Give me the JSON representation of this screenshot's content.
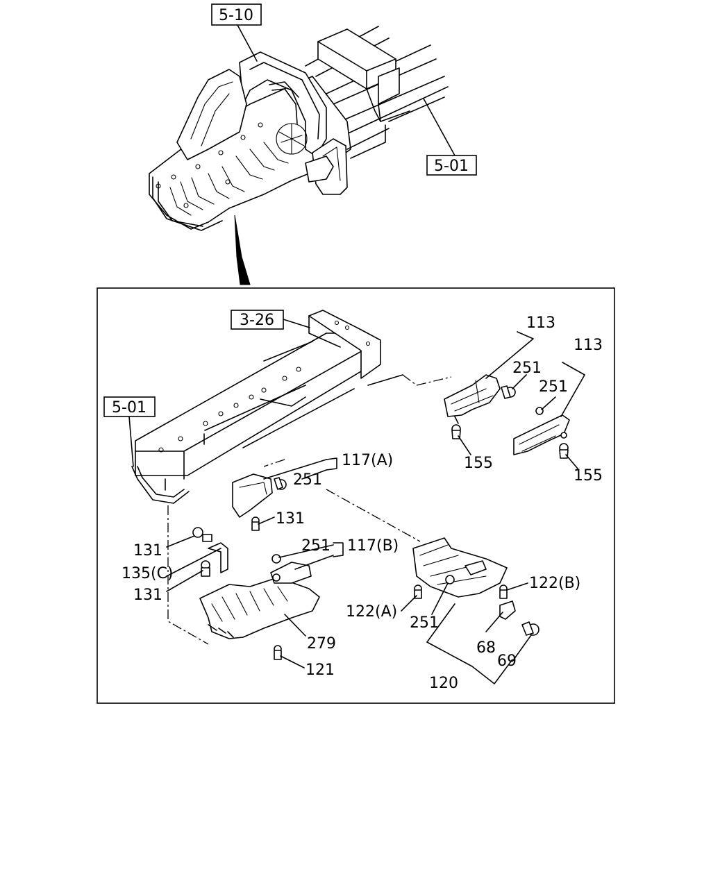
{
  "references": {
    "top_frame_ref": "5-10",
    "top_chassis_ref": "5-01",
    "inset_crossmember_ref": "3-26",
    "inset_chassis_ref": "5-01"
  },
  "part_labels": {
    "p113a": "113",
    "p113b": "113",
    "p251_tr1": "251",
    "p251_tr2": "251",
    "p155a": "155",
    "p155b": "155",
    "p117a": "117(A)",
    "p251_117a": "251",
    "p131_mid": "131",
    "p131_left1": "131",
    "p135c": "135(C)",
    "p131_left2": "131",
    "p251_117b": "251",
    "p117b": "117(B)",
    "p279": "279",
    "p121": "121",
    "p122a": "122(A)",
    "p122b": "122(B)",
    "p251_120": "251",
    "p68": "68",
    "p69": "69",
    "p120": "120"
  }
}
